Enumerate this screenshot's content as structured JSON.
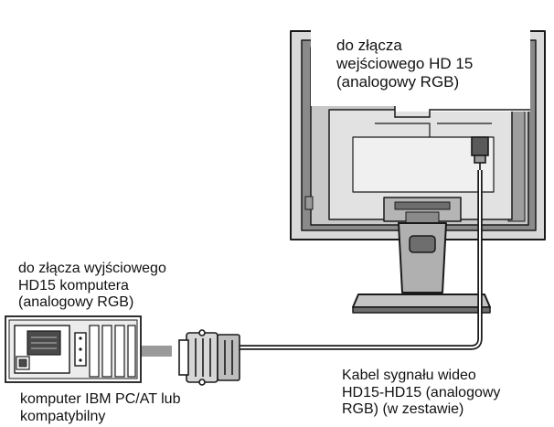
{
  "labels": {
    "monitor_input": [
      "do złącza",
      "wejściowego HD 15",
      "(analogowy RGB)"
    ],
    "computer_output": [
      "do złącza wyjściowego",
      "HD15 komputera",
      "(analogowy RGB)"
    ],
    "computer": [
      "komputer IBM PC/AT lub",
      "kompatybilny"
    ],
    "cable": [
      "Kabel sygnału wideo",
      "HD15-HD15 (analogowy",
      "RGB) (w zestawie)"
    ]
  },
  "colors": {
    "line": "#1a1a1a",
    "monitor_fill": "#d9d9d9",
    "monitor_dark": "#7a7a7a",
    "paper": "#ffffff",
    "arrow": "#9a9a9a"
  }
}
